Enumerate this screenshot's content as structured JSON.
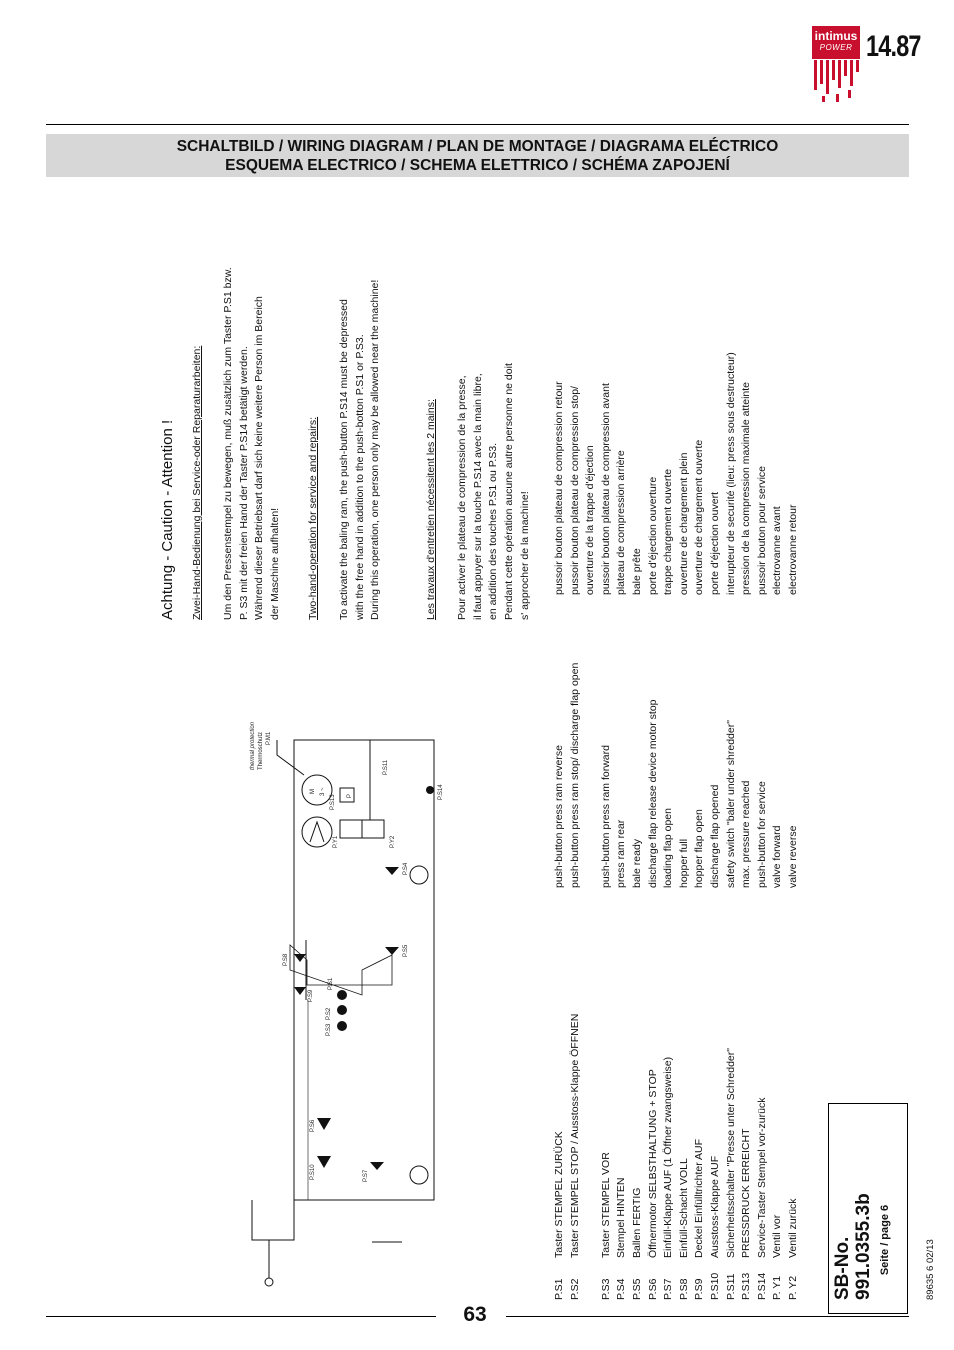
{
  "header": {
    "brand": "intimus",
    "brand_sub": "POWER",
    "page_code": "14.87",
    "title_line1": "SCHALTBILD / WIRING DIAGRAM / PLAN DE MONTAGE / DIAGRAMA ELÉCTRICO",
    "title_line2": "ESQUEMA ELECTRICO / SCHEMA ELETTRICO / SCHÉMA ZAPOJENÍ"
  },
  "caution": {
    "title": "Achtung - Caution - Attention !",
    "de_heading": "Zwei-Hand-Bedienung bei Service-oder Reparaturarbeiten:",
    "de_lines": [
      "Um den Pressenstempel zu bewegen, muß  zusätzlich zum Taster P.S1 bzw.",
      "P. S3 mit der freien Hand der Taster P.S14 betätigt werden.",
      "Während dieser Betriebsart darf sich keine weitere Person im Bereich",
      "der Maschine aufhalten!"
    ],
    "en_heading": "Two-hand-operation for service and repairs:",
    "en_lines": [
      "To activate the baling ram, the push-button P.S14 must be depressed",
      "with the free hand in addition to the push-botton P.S1 or P.S3.",
      "During this operation, one person only may be allowed near the machine!"
    ],
    "fr_heading": "Les travaux d'entretien nécessitent les 2 mains:",
    "fr_lines": [
      "Pour activer le plateau de compression de la presse,",
      "il faut appuyer sur la touche P.S14 avec la main libre,",
      "en addition des touches P.S1 ou P.S3.",
      "Pendant cette opération aucune autre personne ne doit",
      "s' approcher de la machine!"
    ]
  },
  "legend": {
    "codes_group1": [
      "P.S1",
      "P.S2"
    ],
    "codes_group2": [
      "P.S3",
      "P.S4",
      "P.S5",
      "P.S6",
      "P.S7",
      "P.S8",
      "P.S9",
      "P.S10",
      "P.S11",
      "P.S13",
      "P.S14",
      "P. Y1",
      "P. Y2"
    ],
    "de_group1": [
      "Taster STEMPEL ZURÜCK",
      "Taster STEMPEL STOP / Ausstoss-Klappe ÖFFNEN"
    ],
    "de_group2": [
      "Taster STEMPEL VOR",
      "Stempel HINTEN",
      "Ballen FERTIG",
      "Öffnermotor SELBSTHALTUNG + STOP",
      "Einfüll-Klappe AUF (1 Öffner zwangsweise)",
      "Einfüll-Schacht VOLL",
      "Deckel Einfülltrichter AUF",
      "Ausstoss-Klappe AUF",
      "Sicherheitsschalter \"Presse unter Schredder\"",
      "PRESSDRUCK ERREICHT",
      "Service-Taster Stempel vor-zurück",
      "Ventil vor",
      "Ventil zurück"
    ],
    "en_group1": [
      "push-button press ram reverse",
      "push-button press ram stop/ discharge flap open"
    ],
    "en_group2": [
      "push-button press ram forward",
      "press ram rear",
      "bale ready",
      "discharge flap release device motor stop",
      "loading flap open",
      "hopper full",
      "hopper flap open",
      "discharge flap opened",
      "safety switch \"baler under shredder\"",
      "max. pressure reached",
      "push-button for service",
      "valve forward",
      "valve reverse"
    ],
    "fr_group1": [
      "pussoir bouton plateau de compression retour",
      "pussoir bouton plateau de compression stop/",
      "ouverture de la trappe  d'éjection"
    ],
    "fr_group2": [
      "pussoir bouton plateau de compression avant",
      "plateau de compression arrière",
      "bale prête",
      "porte d'éjection ouverture",
      "trappe chargement ouverte",
      "ouverture de chargement plein",
      "ouverture de chargement ouverte",
      "porte d'éjection ouvert",
      "interupteur de securité (lieu: press sous destructeur)",
      "pression de la compression maximale atteinte",
      "pussoir bouton pour service",
      "electrovanne avant",
      "electrovanne retour"
    ]
  },
  "diagram": {
    "labels": {
      "ps1": "P.S1",
      "ps2": "P.S2",
      "ps3": "P.S3",
      "ps4": "P.S4",
      "ps5": "P.S5",
      "ps6": "P.S6",
      "ps7": "P.S7",
      "ps8": "P.S8",
      "ps9": "P.S9",
      "ps10": "P.S10",
      "ps11": "P.S11",
      "ps13": "P.S13",
      "ps14": "P.S14",
      "py1": "P.Y1",
      "py2": "P.Y2",
      "pm1": "P.M1",
      "thermo": "Thermoschutz",
      "thermal": "thermal protection",
      "motor_m": "M",
      "motor_3": "3 ~",
      "pressure_p": "P"
    }
  },
  "footer": {
    "sb_label": "SB-No.",
    "sb_number": "991.0355.3b",
    "sb_page": "Seite / page 6",
    "doc_no": "89635 6 02/13",
    "page_number": "63"
  }
}
